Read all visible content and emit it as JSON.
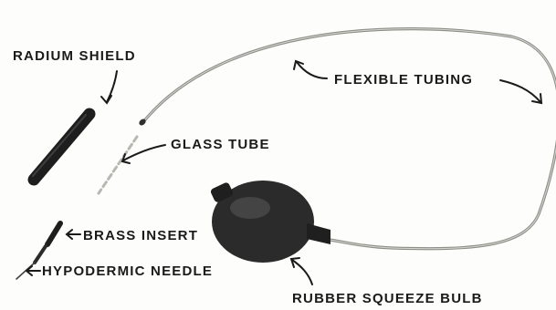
{
  "labels": {
    "radium_shield": "RADIUM SHIELD",
    "flexible_tubing": "FLEXIBLE TUBING",
    "glass_tube": "GLASS TUBE",
    "brass_insert": "BRASS INSERT",
    "hypodermic_needle": "HYPODERMIC NEEDLE",
    "rubber_squeeze_bulb": "RUBBER SQUEEZE BULB"
  },
  "colors": {
    "ink": "#1a1a1a",
    "tubing": "#9a9a94",
    "bulb": "#2b2b2b"
  }
}
